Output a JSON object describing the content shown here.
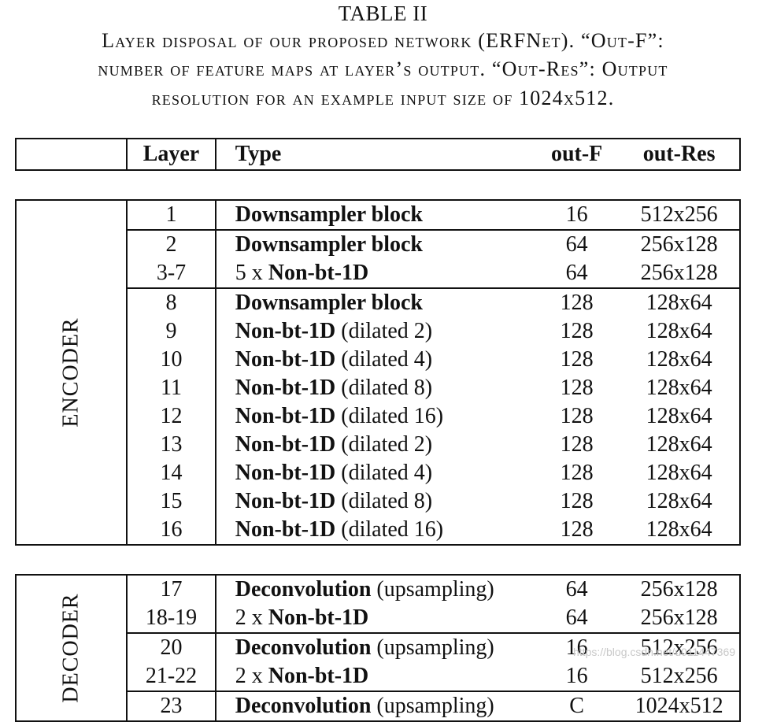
{
  "caption": {
    "label": "TABLE II",
    "lines": [
      "Layer disposal of our proposed network (ERFNet). “Out-F”:",
      "number of feature maps at layer’s output. “Out-Res”: Output",
      "resolution for an example input size of 1024x512."
    ]
  },
  "headers": {
    "layer": "Layer",
    "type": "Type",
    "out_f": "out-F",
    "out_res": "out-Res"
  },
  "sections": {
    "encoder": "ENCODER",
    "decoder": "DECODER"
  },
  "rows": [
    {
      "layer": "1",
      "prefix": "",
      "type_bold": "Downsampler block",
      "suffix": "",
      "out_f": "16",
      "out_res": "512x256"
    },
    {
      "layer": "2",
      "prefix": "",
      "type_bold": "Downsampler block",
      "suffix": "",
      "out_f": "64",
      "out_res": "256x128"
    },
    {
      "layer": "3-7",
      "prefix": "5 x ",
      "type_bold": "Non-bt-1D",
      "suffix": "",
      "out_f": "64",
      "out_res": "256x128"
    },
    {
      "layer": "8",
      "prefix": "",
      "type_bold": "Downsampler block",
      "suffix": "",
      "out_f": "128",
      "out_res": "128x64"
    },
    {
      "layer": "9",
      "prefix": "",
      "type_bold": "Non-bt-1D",
      "suffix": " (dilated 2)",
      "out_f": "128",
      "out_res": "128x64"
    },
    {
      "layer": "10",
      "prefix": "",
      "type_bold": "Non-bt-1D",
      "suffix": " (dilated 4)",
      "out_f": "128",
      "out_res": "128x64"
    },
    {
      "layer": "11",
      "prefix": "",
      "type_bold": "Non-bt-1D",
      "suffix": " (dilated 8)",
      "out_f": "128",
      "out_res": "128x64"
    },
    {
      "layer": "12",
      "prefix": "",
      "type_bold": "Non-bt-1D",
      "suffix": " (dilated 16)",
      "out_f": "128",
      "out_res": "128x64"
    },
    {
      "layer": "13",
      "prefix": "",
      "type_bold": "Non-bt-1D",
      "suffix": " (dilated 2)",
      "out_f": "128",
      "out_res": "128x64"
    },
    {
      "layer": "14",
      "prefix": "",
      "type_bold": "Non-bt-1D",
      "suffix": " (dilated 4)",
      "out_f": "128",
      "out_res": "128x64"
    },
    {
      "layer": "15",
      "prefix": "",
      "type_bold": "Non-bt-1D",
      "suffix": " (dilated 8)",
      "out_f": "128",
      "out_res": "128x64"
    },
    {
      "layer": "16",
      "prefix": "",
      "type_bold": "Non-bt-1D",
      "suffix": " (dilated 16)",
      "out_f": "128",
      "out_res": "128x64"
    },
    {
      "layer": "17",
      "prefix": "",
      "type_bold": "Deconvolution",
      "suffix": " (upsampling)",
      "out_f": "64",
      "out_res": "256x128"
    },
    {
      "layer": "18-19",
      "prefix": "2 x ",
      "type_bold": "Non-bt-1D",
      "suffix": "",
      "out_f": "64",
      "out_res": "256x128"
    },
    {
      "layer": "20",
      "prefix": "",
      "type_bold": "Deconvolution",
      "suffix": " (upsampling)",
      "out_f": "16",
      "out_res": "512x256"
    },
    {
      "layer": "21-22",
      "prefix": "2 x ",
      "type_bold": "Non-bt-1D",
      "suffix": "",
      "out_f": "16",
      "out_res": "512x256"
    },
    {
      "layer": "23",
      "prefix": "",
      "type_bold": "Deconvolution",
      "suffix": " (upsampling)",
      "out_f": "C",
      "out_res": "1024x512"
    }
  ],
  "watermark": "https://blog.csdn.net/u011447369"
}
